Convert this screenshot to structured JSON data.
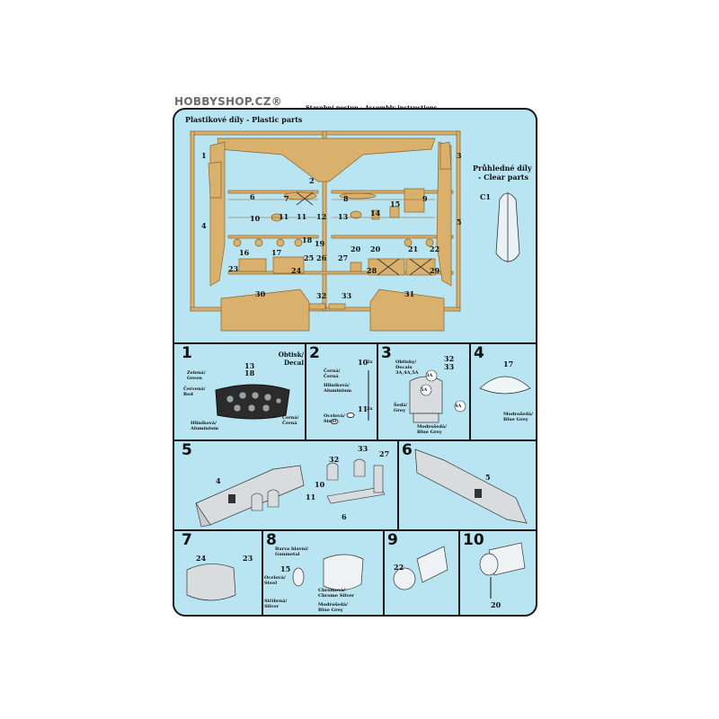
{
  "header": {
    "brand": "HOBBYSHOP.CZ®",
    "title": "Stavební postup - Assembly instructions"
  },
  "plastic_parts": {
    "title": "Plastikové díly - Plastic parts",
    "numbers": [
      "1",
      "2",
      "3",
      "4",
      "5",
      "6",
      "7",
      "8",
      "9",
      "10",
      "11",
      "11",
      "12",
      "13",
      "14",
      "15",
      "16",
      "17",
      "18",
      "19",
      "20",
      "20",
      "21",
      "22",
      "23",
      "24",
      "25",
      "26",
      "27",
      "28",
      "29",
      "30",
      "31",
      "32",
      "33"
    ]
  },
  "clear_parts": {
    "title_line1": "Průhledné díly",
    "title_line2": "- Clear parts",
    "part": "C1"
  },
  "steps": [
    {
      "n": "1",
      "labels": {
        "decal_title": "Obtisk/ Decal",
        "p13": "13",
        "p18": "18",
        "green": "Zelená/ Green",
        "red": "Červená/ Red",
        "alu": "Hliníková/ Aluminium",
        "black": "Černá/ Černá"
      }
    },
    {
      "n": "2",
      "labels": {
        "black": "Černá/ Černá",
        "alu": "Hliníková/ Aluminium",
        "steel": "Ocelová/ Steel",
        "p10": "10",
        "p11": "11",
        "x2a": "2x",
        "x2b": "2x"
      }
    },
    {
      "n": "3",
      "labels": {
        "decals": "Obtisky/ Decals 3A,4A,5A",
        "p32": "32",
        "p33": "33",
        "d3a": "3A",
        "d5a": "5A",
        "d4a": "4A",
        "grey": "Šedá/ Grey",
        "bluegrey": "Modrošedá/ Blue Grey"
      }
    },
    {
      "n": "4",
      "labels": {
        "p17": "17",
        "bluegrey": "Modrošedá/ Blue Grey"
      }
    },
    {
      "n": "5",
      "labels": {
        "p4": "4",
        "p32": "32",
        "p33": "33",
        "p27": "27",
        "p10": "10",
        "p11": "11",
        "p6": "6"
      }
    },
    {
      "n": "6",
      "labels": {
        "p5": "5"
      }
    },
    {
      "n": "7",
      "labels": {
        "p24": "24",
        "p23": "23"
      }
    },
    {
      "n": "8",
      "labels": {
        "gunmetal": "Barva hlavní/ Gunmetal",
        "p15": "15",
        "steel": "Ocelová/ Steel",
        "silver": "Stříbrná/ Silver",
        "chrome": "Chromová/ Chrome Silver",
        "bluegrey": "Modrošedá/ Blue Grey"
      }
    },
    {
      "n": "9",
      "labels": {
        "p22": "22"
      }
    },
    {
      "n": "10",
      "labels": {
        "p20": "20"
      }
    }
  ],
  "colors": {
    "background": "#b9e4f1",
    "plastic": "#d9b06c",
    "plastic_dark": "#b88a45",
    "line": "#1a1a1a",
    "grey_part": "#d8dcdf"
  }
}
